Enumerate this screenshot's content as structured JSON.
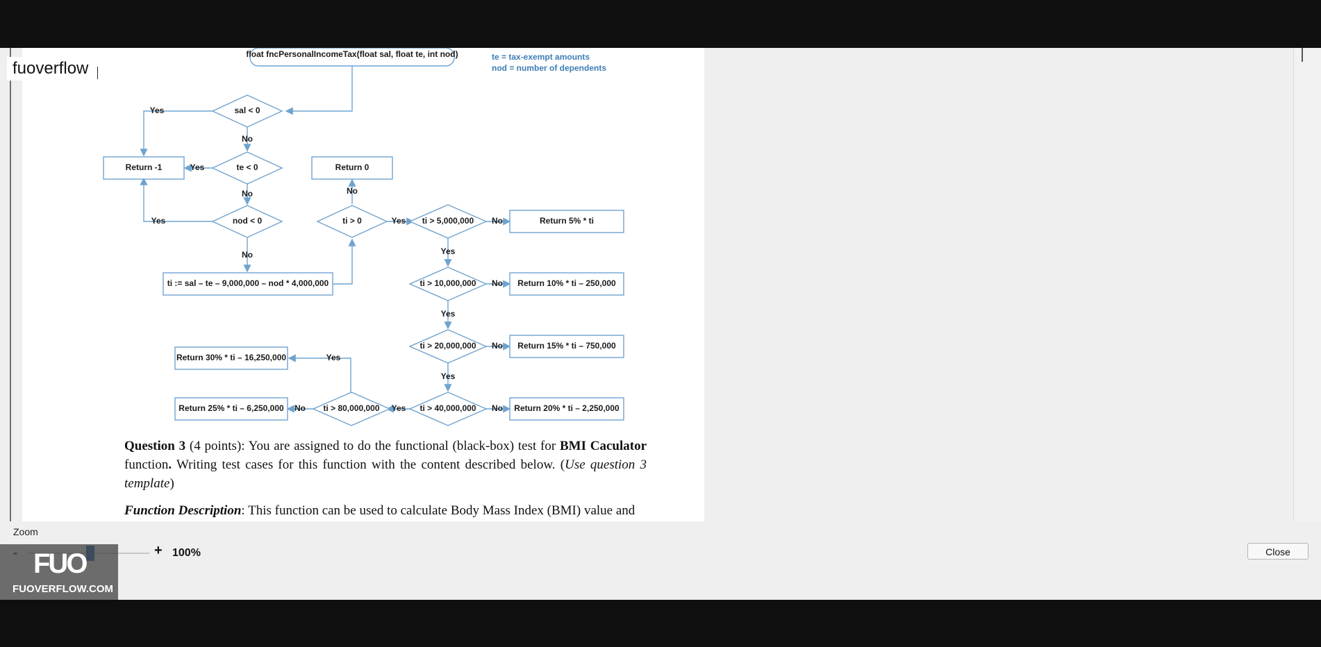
{
  "app": {
    "title": "fuoverflow"
  },
  "flowchart": {
    "header": "float fncPersonalIncomeTax(float sal, float te, int nod)",
    "legend": [
      "te = tax-exempt amounts",
      "nod = number of dependents"
    ],
    "decisions": {
      "sal": "sal < 0",
      "te": "te < 0",
      "nod": "nod < 0",
      "ti0": "ti > 0",
      "t5": "ti > 5,000,000",
      "t10": "ti > 10,000,000",
      "t20": "ti > 20,000,000",
      "t40": "ti > 40,000,000",
      "t80": "ti > 80,000,000"
    },
    "boxes": {
      "ret_neg1": "Return -1",
      "ret_0": "Return 0",
      "ti_assign": "ti := sal – te – 9,000,000 – nod * 4,000,000",
      "r5": "Return 5% * ti",
      "r10": "Return 10% * ti – 250,000",
      "r15": "Return 15% * ti – 750,000",
      "r20": "Return 20% * ti – 2,250,000",
      "r25": "Return 25% * ti – 6,250,000",
      "r30": "Return 30% * ti – 16,250,000"
    },
    "yes": "Yes",
    "no": "No"
  },
  "question": {
    "q3_label": "Question 3",
    "q3_points": "(4 points): You are assigned to do the functional (black-box) test for",
    "q3_bold": "BMI Caculator",
    "q3_rest": "function",
    "q3_rest2": "Writing test cases for this function with the content described below. (",
    "q3_italic": "Use question 3 template",
    "q3_close": ")",
    "fd_label": "Function Description",
    "fd_text": ": This function can be used to calculate Body Mass Index (BMI) value and"
  },
  "zoom": {
    "label": "Zoom",
    "minus": "-",
    "plus": "+",
    "value": "100%",
    "level_percent": 100
  },
  "close_button": "Close",
  "watermark": {
    "logo": "FUO",
    "text": "FUOVERFLOW.COM"
  },
  "colors": {
    "flow_line": "#6fa3cf",
    "legend_text": "#3d7eb5",
    "slider_thumb": "#1a5fa8"
  }
}
